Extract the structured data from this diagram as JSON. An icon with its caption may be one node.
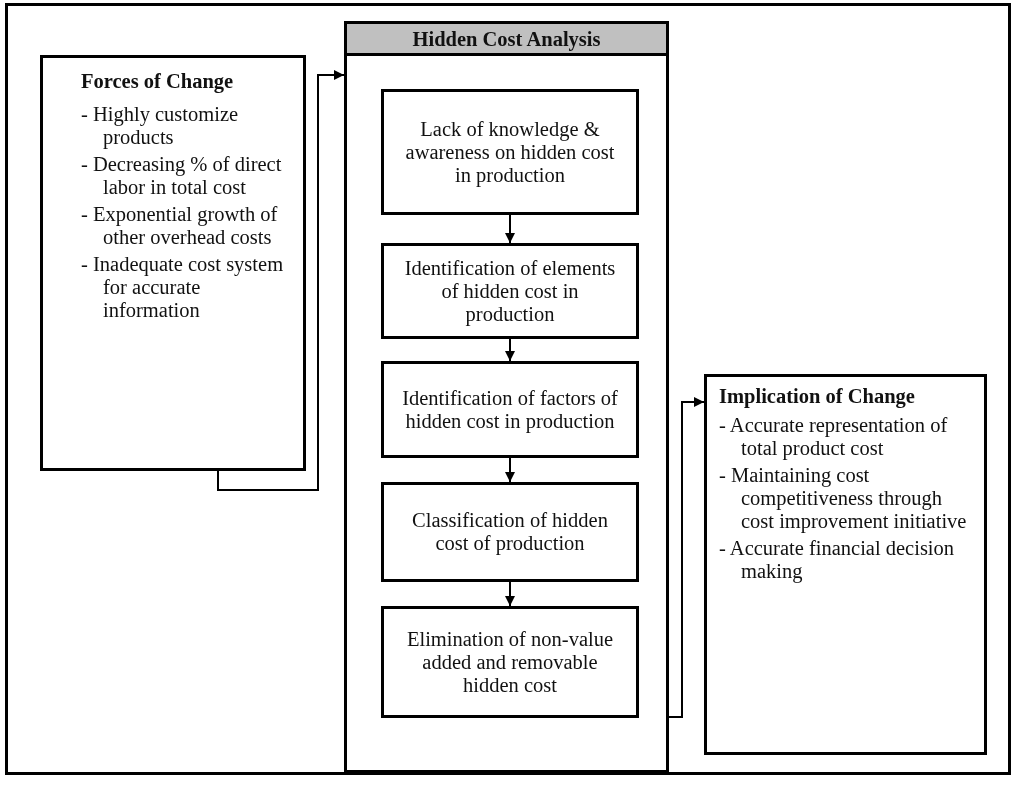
{
  "diagram": {
    "nodes": [
      {
        "text": [
          "Forces of Change",
          "- Highly customize products",
          "- Decreasing % of direct labor in total cost",
          "- Exponential growth of other overhead costs",
          "- Inadequate cost system for accurate information"
        ]
      },
      {
        "text": [
          "Hidden Cost Analysis"
        ]
      },
      {
        "text": [
          "Lack of knowledge & awareness on hidden cost in production"
        ],
        "in": 1
      },
      {
        "text": [
          "Identification of elements of hidden cost in production"
        ],
        "in": 1
      },
      {
        "text": [
          "Identification of factors of hidden cost in production"
        ],
        "in": 1
      },
      {
        "text": [
          "Classification of hidden cost of production"
        ],
        "in": 1
      },
      {
        "text": [
          "Elimination of non-value added and removable hidden cost"
        ],
        "in": 1
      },
      {
        "text": [
          "Implication of Change",
          "- Accurate representation of total product cost",
          "- Maintaining cost competitiveness through cost improvement initiative",
          "- Accurate financial decision making"
        ]
      }
    ],
    "edges": [
      {
        "from": 0,
        "to": 1,
        "arrow": "to"
      },
      {
        "from": 2,
        "to": 3,
        "arrow": "to"
      },
      {
        "from": 3,
        "to": 4,
        "arrow": "to"
      },
      {
        "from": 4,
        "to": 5,
        "arrow": "to"
      },
      {
        "from": 5,
        "to": 6,
        "arrow": "to"
      },
      {
        "from": 1,
        "to": 7,
        "arrow": "to"
      }
    ]
  }
}
